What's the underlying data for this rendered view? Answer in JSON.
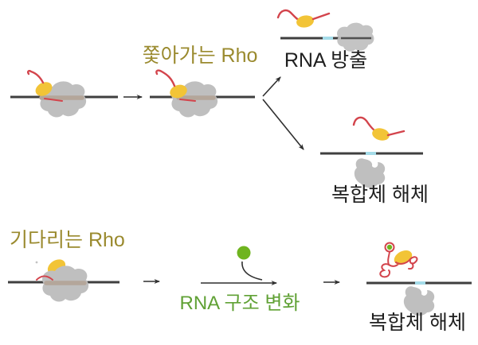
{
  "colors": {
    "background": "#ffffff",
    "dna_dark": "#3f3f3f",
    "rut_site_cyan": "#a5dce9",
    "polymerase_gray": "#bfbfbf",
    "channel_tan": "#b4a69a",
    "rho_yellow": "#f2c437",
    "rna_red": "#d3444c",
    "ligand_green": "#6fb41f",
    "arrow_black": "#2f2f2f",
    "title_olive": "#9a8a2e",
    "label_green": "#60a135",
    "label_black": "#1f1f1f"
  },
  "icons": {
    "rho_protein": "yellow-oval",
    "rna_polymerase": "gray-blob",
    "rna_strand": "red-curve",
    "dna": "dark-horizontal-line",
    "rut_site": "cyan-line-segment",
    "ligand": "green-dot",
    "released_polymerase": "gray-notched-blob"
  },
  "diagram": {
    "top_pathway": {
      "title": "쫓아가는 Rho",
      "outcomes": {
        "release": "RNA 방출",
        "dissociation": "복합체 해체"
      }
    },
    "bottom_pathway": {
      "title": "기다리는 Rho",
      "event": "RNA 구조 변화",
      "outcome": "복합체 해체"
    }
  }
}
